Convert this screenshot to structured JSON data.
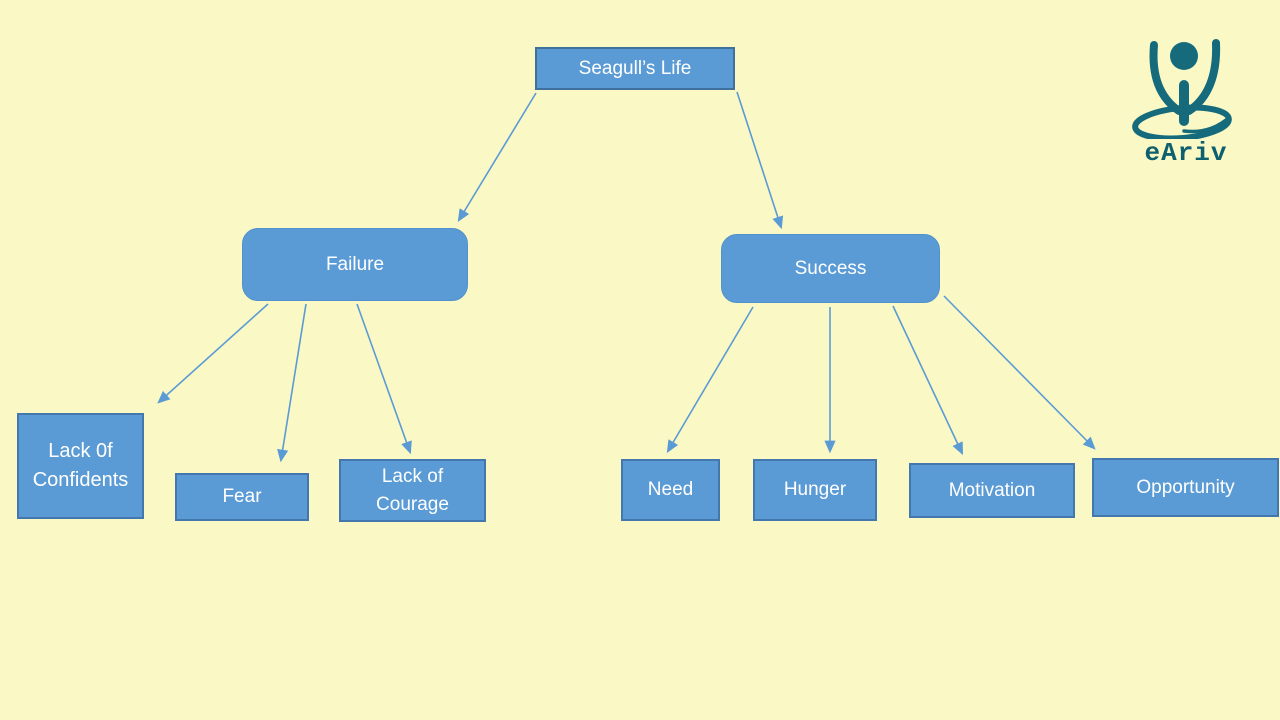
{
  "slide": {
    "background_color": "#FAF8C5",
    "node_fill_color": "#5B9BD5",
    "node_border_color": "#4377AE",
    "node_text_color": "#FFFFFF",
    "arrow_color": "#5B9BD5"
  },
  "nodes": {
    "title": {
      "label": "Seagull’s Life"
    },
    "failure": {
      "label": "Failure"
    },
    "success": {
      "label": "Success"
    },
    "lack_of_confidents": {
      "label": "Lack 0f\nConfidents"
    },
    "fear": {
      "label": "Fear"
    },
    "lack_of_courage": {
      "label": "Lack of\nCourage"
    },
    "need": {
      "label": "Need"
    },
    "hunger": {
      "label": "Hunger"
    },
    "motivation": {
      "label": "Motivation"
    },
    "opportunity": {
      "label": "Opportunity"
    }
  },
  "diagram": {
    "type": "tree",
    "root": "Seagull’s Life",
    "branches": [
      {
        "label": "Failure",
        "children": [
          "Lack 0f Confidents",
          "Fear",
          "Lack of Courage"
        ]
      },
      {
        "label": "Success",
        "children": [
          "Need",
          "Hunger",
          "Motivation",
          "Opportunity"
        ]
      }
    ]
  },
  "logo": {
    "text": "eAriv",
    "figure_color": "#156B7B",
    "text_color": "#0E5F6F"
  }
}
